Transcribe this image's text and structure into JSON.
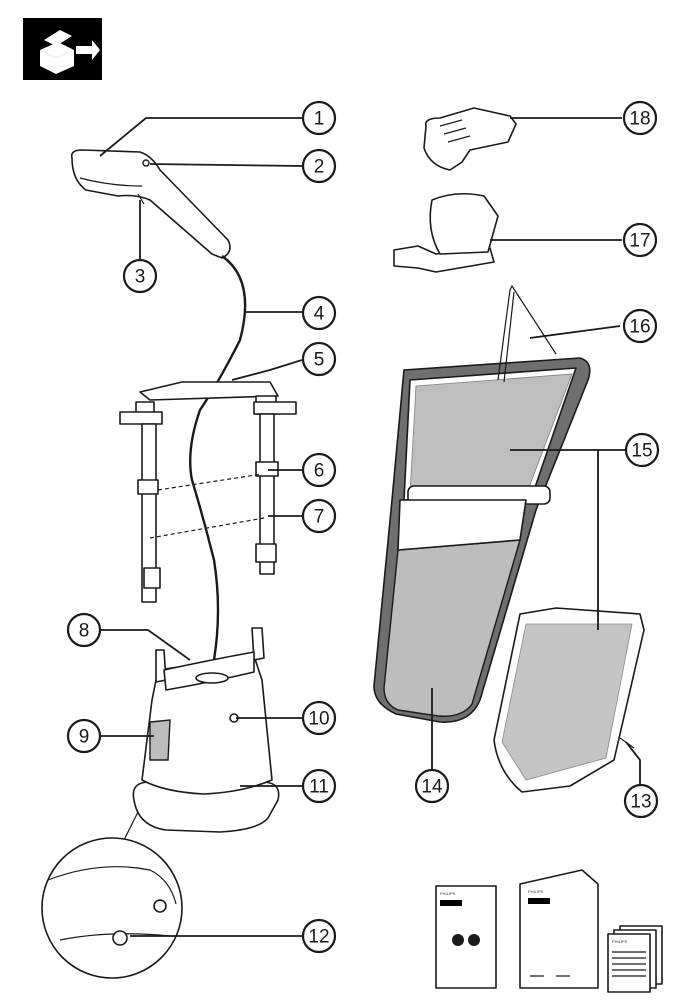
{
  "icon": "unpacking-box-icon",
  "callouts": [
    {
      "id": "1",
      "label": "1"
    },
    {
      "id": "2",
      "label": "2"
    },
    {
      "id": "3",
      "label": "3"
    },
    {
      "id": "4",
      "label": "4"
    },
    {
      "id": "5",
      "label": "5"
    },
    {
      "id": "6",
      "label": "6"
    },
    {
      "id": "7",
      "label": "7"
    },
    {
      "id": "8",
      "label": "8"
    },
    {
      "id": "9",
      "label": "9"
    },
    {
      "id": "10",
      "label": "10"
    },
    {
      "id": "11",
      "label": "11"
    },
    {
      "id": "12",
      "label": "12"
    },
    {
      "id": "13",
      "label": "13"
    },
    {
      "id": "14",
      "label": "14"
    },
    {
      "id": "15",
      "label": "15"
    },
    {
      "id": "16",
      "label": "16"
    },
    {
      "id": "17",
      "label": "17"
    },
    {
      "id": "18",
      "label": "18"
    }
  ],
  "documents": {
    "doc1_brand": "PHILIPS",
    "doc2_brand": "PHILIPS",
    "doc3_brand": "PHILIPS"
  },
  "colors": {
    "ink": "#1a1a1a",
    "mesh": "#8a8a8a",
    "board": "#bdbdbd"
  }
}
